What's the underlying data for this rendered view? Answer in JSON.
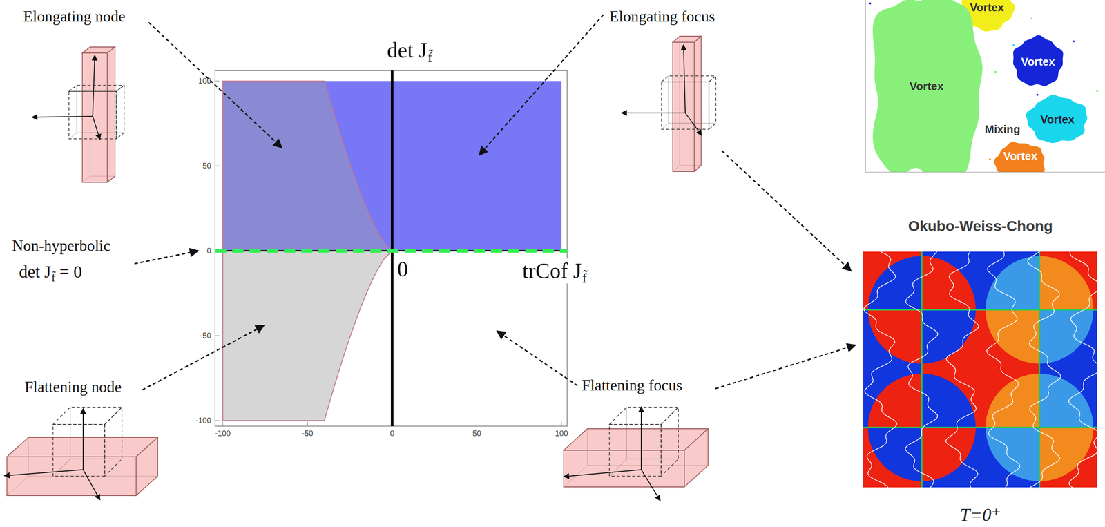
{
  "diagram": {
    "nodes": [
      {
        "text": [
          "Mixing"
        ]
      },
      {
        "text": [
          "Vortex"
        ],
        "in": 0
      },
      {
        "text": [
          "Vortex"
        ],
        "in": 0
      },
      {
        "text": [
          "Vortex"
        ],
        "in": 0
      },
      {
        "text": [
          "Vortex"
        ],
        "in": 0
      },
      {
        "text": [
          "Vortex"
        ],
        "in": 0
      },
      {
        "text": [
          "Okubo-Weiss-Chong",
          "T=0⁺"
        ]
      }
    ],
    "labels": [
      "Elongating node",
      "Elongating focus",
      "det J",
      "f̃",
      "Non-hyperbolic",
      "det J",
      "f̃",
      "= 0",
      "0",
      "trCof J",
      "f̃",
      "Flattening node",
      "Flattening focus",
      "100",
      "50",
      "0",
      "-50",
      "-100",
      "-100",
      "-50",
      "0",
      "50",
      "100"
    ]
  }
}
